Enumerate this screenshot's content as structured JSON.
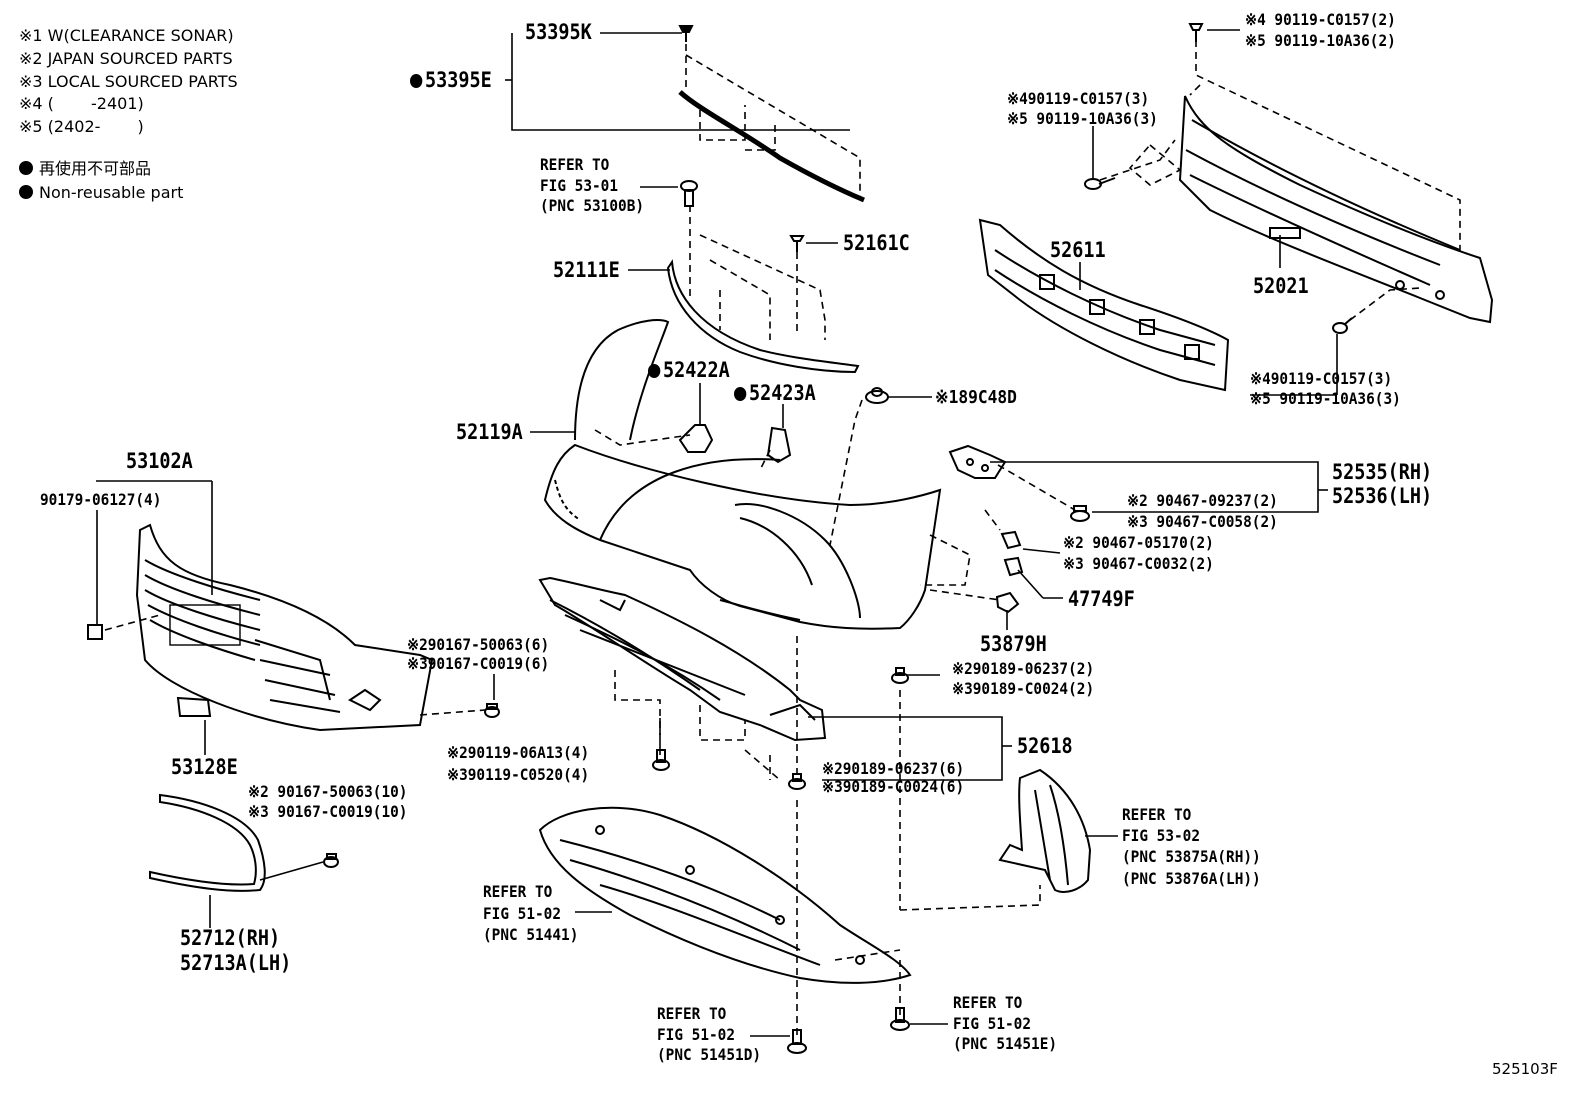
{
  "legend": {
    "notes": [
      "※1 W(CLEARANCE SONAR)",
      "※2 JAPAN SOURCED PARTS",
      "※3 LOCAL SOURCED PARTS",
      "※4 (　　 -2401)",
      "※5 (2402-　　 )"
    ],
    "non_reusable_ja": "再使用不可部品",
    "non_reusable_en": "Non-reusable part"
  },
  "figure_code": "525103F",
  "labels": {
    "p53395K": "53395K",
    "p53395E": "53395E",
    "refer_53_01_a": "REFER TO",
    "refer_53_01_b": "FIG 53-01",
    "refer_53_01_c": "(PNC 53100B)",
    "p52161C": "52161C",
    "p52111E": "52111E",
    "p52422A": "52422A",
    "p52423A": "52423A",
    "p52119A": "52119A",
    "p89C48D": "※189C48D",
    "p53102A": "53102A",
    "p90179": "90179-06127(4)",
    "fr_top_a": "※4 90119-C0157(2)",
    "fr_top_b": "※5 90119-10A36(2)",
    "fr_left_a": "※490119-C0157(3)",
    "fr_left_b": "※5 90119-10A36(3)",
    "p52611": "52611",
    "p52021": "52021",
    "fr_bot_a": "※490119-C0157(3)",
    "fr_bot_b": "※5 90119-10A36(3)",
    "p52535": "52535(RH)",
    "p52536": "52536(LH)",
    "s09237": "※2 90467-09237(2)",
    "sC0058": "※3 90467-C0058(2)",
    "s05170": "※2 90467-05170(2)",
    "sC0032": "※3 90467-C0032(2)",
    "p47749F": "47749F",
    "p53879H": "53879H",
    "s06237a": "※290189-06237(2)",
    "sC0024a": "※390189-C0024(2)",
    "s50063a": "※290167-50063(6)",
    "sC0019a": "※390167-C0019(6)",
    "p52618": "52618",
    "s06A13": "※290119-06A13(4)",
    "sC0520": "※390119-C0520(4)",
    "s06237b": "※290189-06237(6)",
    "sC0024b": "※390189-C0024(6)",
    "p53128E": "53128E",
    "s50063b": "※2 90167-50063(10)",
    "sC0019b": "※3 90167-C0019(10)",
    "p52712": "52712(RH)",
    "p52713A": "52713A(LH)",
    "ref5302_a": "REFER TO",
    "ref5302_b": "FIG 53-02",
    "ref5302_c": "(PNC 53875A(RH))",
    "ref5302_d": "(PNC 53876A(LH))",
    "ref51441_a": "REFER TO",
    "ref51441_b": "FIG 51-02",
    "ref51441_c": "(PNC 51441)",
    "ref51451D_a": "REFER TO",
    "ref51451D_b": "FIG 51-02",
    "ref51451D_c": "(PNC 51451D)",
    "ref51451E_a": "REFER TO",
    "ref51451E_b": "FIG 51-02",
    "ref51451E_c": "(PNC 51451E)"
  }
}
